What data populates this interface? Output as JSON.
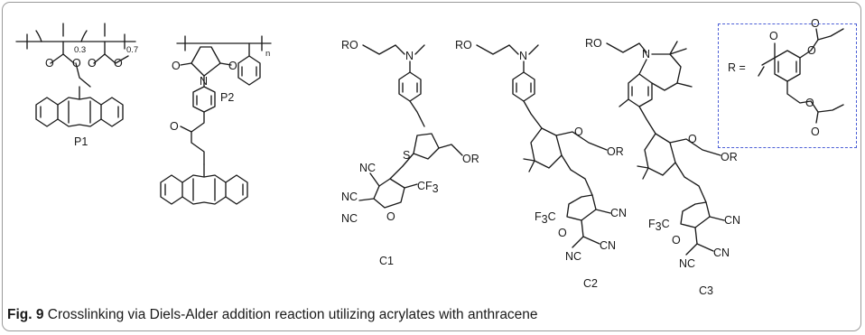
{
  "figure": {
    "caption_label": "Fig. 9",
    "caption_text": " Crosslinking via Diels-Alder addition reaction utilizing acrylates with anthracene",
    "r_box_color": "#4c5fd6"
  },
  "structures": {
    "p1": {
      "label": "P1",
      "sub_a": "0.3",
      "sub_b": "0.7"
    },
    "p2": {
      "label": "P2",
      "sub_n": "n"
    },
    "c1": {
      "label": "C1"
    },
    "c2": {
      "label": "C2"
    },
    "c3": {
      "label": "C3"
    },
    "r_def": {
      "label": "R ="
    }
  },
  "atoms": {
    "o": "O",
    "n": "N",
    "s": "S",
    "ro": "RO",
    "or": "OR",
    "nc": "NC",
    "cn": "CN",
    "cf3": "CF",
    "f3c": "F",
    "three": "3"
  }
}
